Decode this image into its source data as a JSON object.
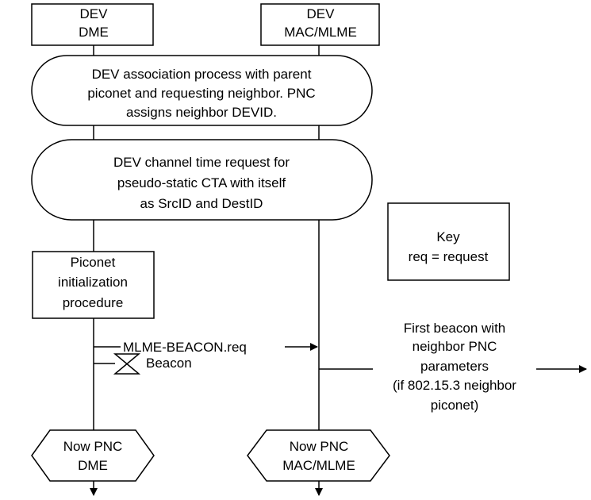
{
  "entities": {
    "dme": {
      "line1": "DEV",
      "line2": "DME"
    },
    "mac": {
      "line1": "DEV",
      "line2": "MAC/MLME"
    }
  },
  "process_association": {
    "lines": [
      "DEV association process with parent",
      "piconet and requesting neighbor.  PNC",
      "assigns neighbor DEVID."
    ]
  },
  "process_channel_time": {
    "lines": [
      "DEV channel time request for",
      "pseudo-static CTA with itself",
      "as SrcID and DestID"
    ]
  },
  "key_box": {
    "title": "Key",
    "entry": "req = request"
  },
  "procedure_box": {
    "lines": [
      "Piconet",
      "initialization",
      "procedure"
    ]
  },
  "messages": {
    "mlme_beacon_req": "MLME-BEACON.req",
    "beacon": "Beacon",
    "first_beacon": {
      "lines": [
        "First beacon with",
        "neighbor PNC",
        "parameters",
        "(if 802.15.3 neighbor",
        "piconet)"
      ]
    }
  },
  "final_states": {
    "dme": {
      "line1": "Now PNC",
      "line2": "DME"
    },
    "mac": {
      "line1": "Now PNC",
      "line2": "MAC/MLME"
    }
  }
}
